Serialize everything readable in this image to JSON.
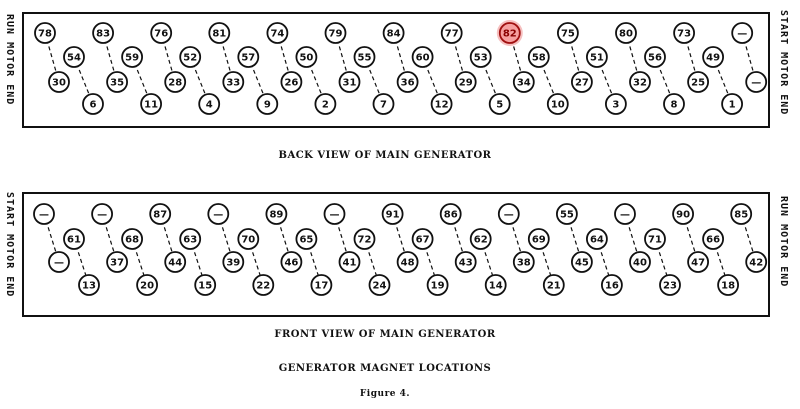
{
  "panels": [
    {
      "id": "back",
      "caption": "BACK VIEW OF MAIN GENERATOR",
      "left_label": "RUN MOTOR END",
      "right_label": "START MOTOR END",
      "rows": {
        "a": [
          "78",
          "83",
          "76",
          "81",
          "74",
          "79",
          "84",
          "77",
          "82",
          "75",
          "80",
          "73",
          "—"
        ],
        "b": [
          "54",
          "59",
          "52",
          "57",
          "50",
          "55",
          "60",
          "53",
          "58",
          "51",
          "56",
          "49"
        ],
        "c": [
          "30",
          "35",
          "28",
          "33",
          "26",
          "31",
          "36",
          "29",
          "34",
          "27",
          "32",
          "25",
          "—"
        ],
        "d": [
          "6",
          "11",
          "4",
          "9",
          "2",
          "7",
          "12",
          "5",
          "10",
          "3",
          "8",
          "1"
        ]
      }
    },
    {
      "id": "front",
      "caption": "FRONT VIEW OF MAIN GENERATOR",
      "left_label": "START MOTOR END",
      "right_label": "RUN MOTOR END",
      "rows": {
        "a": [
          "—",
          "—",
          "87",
          "—",
          "89",
          "—",
          "91",
          "86",
          "—",
          "55",
          "—",
          "90",
          "85"
        ],
        "b": [
          "61",
          "68",
          "63",
          "70",
          "65",
          "72",
          "67",
          "62",
          "69",
          "64",
          "71",
          "66"
        ],
        "c": [
          "—",
          "37",
          "44",
          "39",
          "46",
          "41",
          "48",
          "43",
          "38",
          "45",
          "40",
          "47",
          "42"
        ],
        "d": [
          "13",
          "20",
          "15",
          "22",
          "17",
          "24",
          "19",
          "14",
          "21",
          "16",
          "23",
          "18"
        ]
      }
    }
  ],
  "title": "GENERATOR MAGNET LOCATIONS",
  "figure": "Figure 4.",
  "highlight": {
    "value": "82",
    "color": "#e03030"
  }
}
